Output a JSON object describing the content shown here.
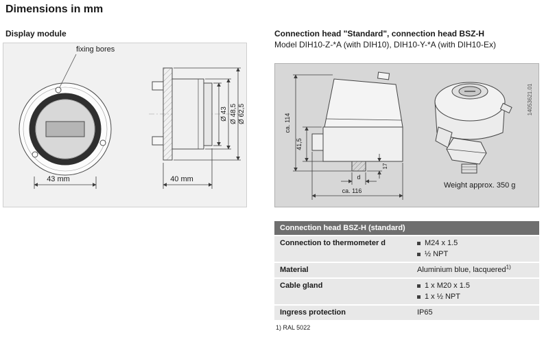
{
  "page": {
    "title": "Dimensions in mm"
  },
  "display_module": {
    "heading": "Display module",
    "fixing_bores_label": "fixing bores",
    "front_width": "43 mm",
    "side_depth": "40 mm",
    "dia_inner": "Ø 43",
    "dia_mid": "Ø 48,5",
    "dia_outer": "Ø 62,5"
  },
  "connection_head": {
    "heading": "Connection head \"Standard\", connection head BSZ-H",
    "subheading": "Model DIH10-Z-*A (with DIH10), DIH10-Y-*A (with DIH10-Ex)",
    "dim_height": "ca. 114",
    "dim_base_height": "41,5",
    "dim_neck": "17",
    "dim_thread": "d",
    "dim_width": "ca. 116",
    "weight_note": "Weight approx. 350 g",
    "doc_number": "14053621.01"
  },
  "spec_table": {
    "header": "Connection head BSZ-H (standard)",
    "rows": [
      {
        "label": "Connection to thermometer d",
        "values": [
          "M24 x 1.5",
          "½ NPT"
        ]
      },
      {
        "label": "Material",
        "value": "Aluminium blue, lacquered",
        "sup": "1)"
      },
      {
        "label": "Cable gland",
        "values": [
          "1 x M20 x 1.5",
          "1 x ½ NPT"
        ]
      },
      {
        "label": "Ingress protection",
        "value": "IP65"
      }
    ],
    "footnote": "1) RAL 5022"
  }
}
